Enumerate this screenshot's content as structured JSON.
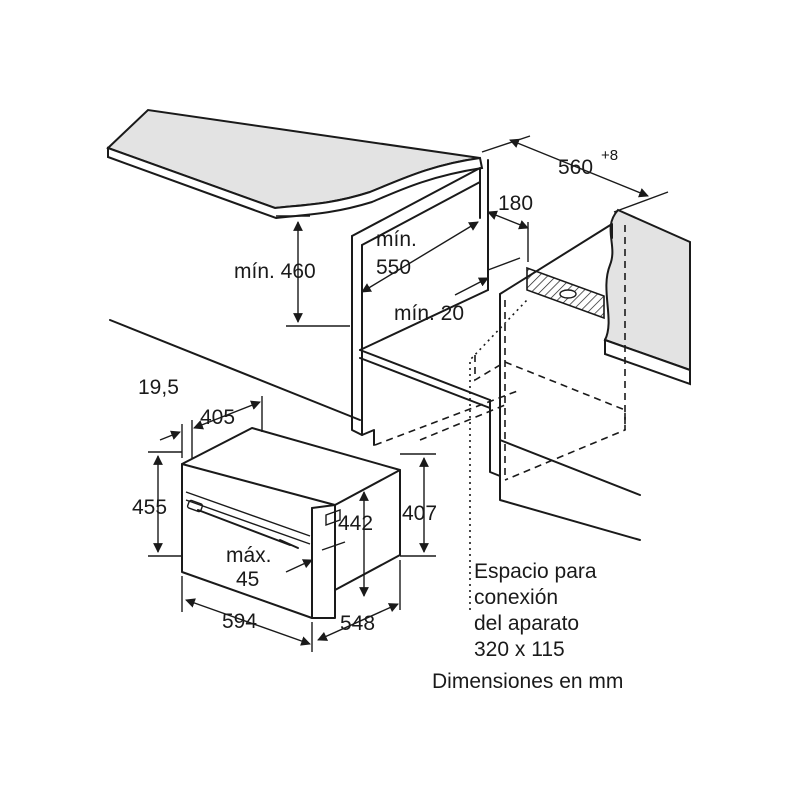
{
  "labels": {
    "width_niche": "560",
    "width_niche_tol": "+8",
    "depth_connection": "180",
    "min_height": "mín. 460",
    "min_depth_1": "mín.",
    "min_depth_2": "550",
    "min_gap": "mín. 20",
    "depth_front": "19,5",
    "depth_panel": "405",
    "height_front": "455",
    "height_cavity": "442",
    "height_body": "407",
    "max_1": "máx.",
    "max_2": "45",
    "width_front": "594",
    "depth_body": "548"
  },
  "notes": {
    "line1": "Espacio para",
    "line2": "conexión",
    "line3": "del aparato",
    "line4": "320 x 115",
    "units": "Dimensiones en mm"
  }
}
